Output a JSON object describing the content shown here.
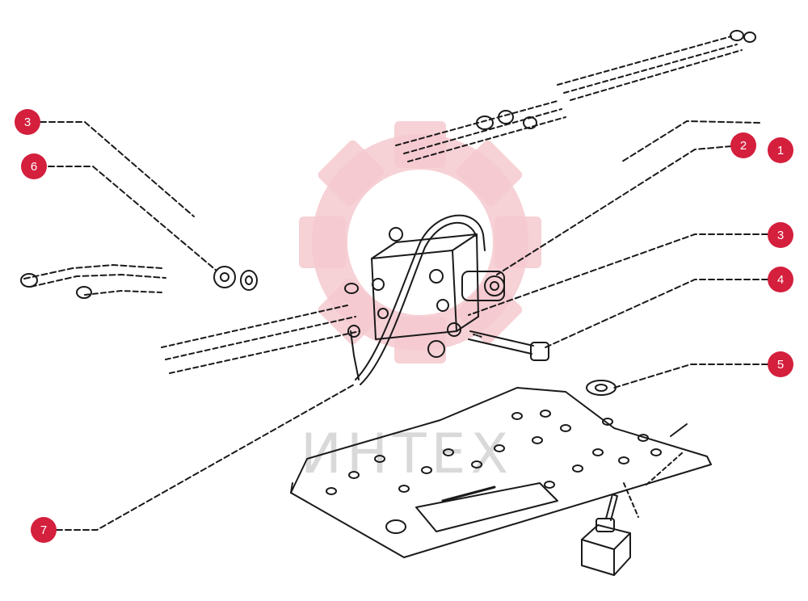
{
  "watermark": {
    "text": "ИНТЕХ",
    "gear_color": "#f5c9cf",
    "text_color": "#d9d9d9"
  },
  "colors": {
    "callout": "#d41f3d",
    "line": "#1a1a1a"
  },
  "callouts": [
    {
      "id": "c1",
      "number": "1"
    },
    {
      "id": "c2",
      "number": "2"
    },
    {
      "id": "c3a",
      "number": "3"
    },
    {
      "id": "c3b",
      "number": "3"
    },
    {
      "id": "c4",
      "number": "4"
    },
    {
      "id": "c5",
      "number": "5"
    },
    {
      "id": "c6",
      "number": "6"
    },
    {
      "id": "c7",
      "number": "7"
    }
  ]
}
